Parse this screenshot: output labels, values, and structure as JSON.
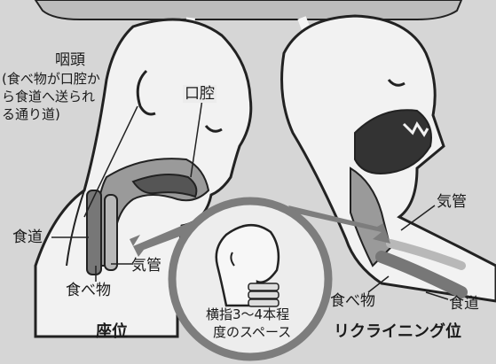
{
  "labels": {
    "pharynx": "咽頭",
    "pharynx_note_1": "(食べ物が口腔か",
    "pharynx_note_2": "ら食道へ送られ",
    "pharynx_note_3": "る通り道)",
    "mouth": "口腔",
    "esophagus_left": "食道",
    "food_left": "食べ物",
    "trachea_left": "気管",
    "seated": "座位",
    "finger_width_1": "横指3～4本程",
    "finger_width_2": "度のスペース",
    "trachea_right": "気管",
    "food_right": "食べ物",
    "esophagus_right": "食道",
    "reclining": "リクライニング位"
  },
  "colors": {
    "background": "#d6d6d6",
    "skin": "#f2f2f2",
    "tissue": "#9a9a9a",
    "dark_tissue": "#555555",
    "outline": "#222222",
    "circle_ring": "#7d7d7d"
  }
}
